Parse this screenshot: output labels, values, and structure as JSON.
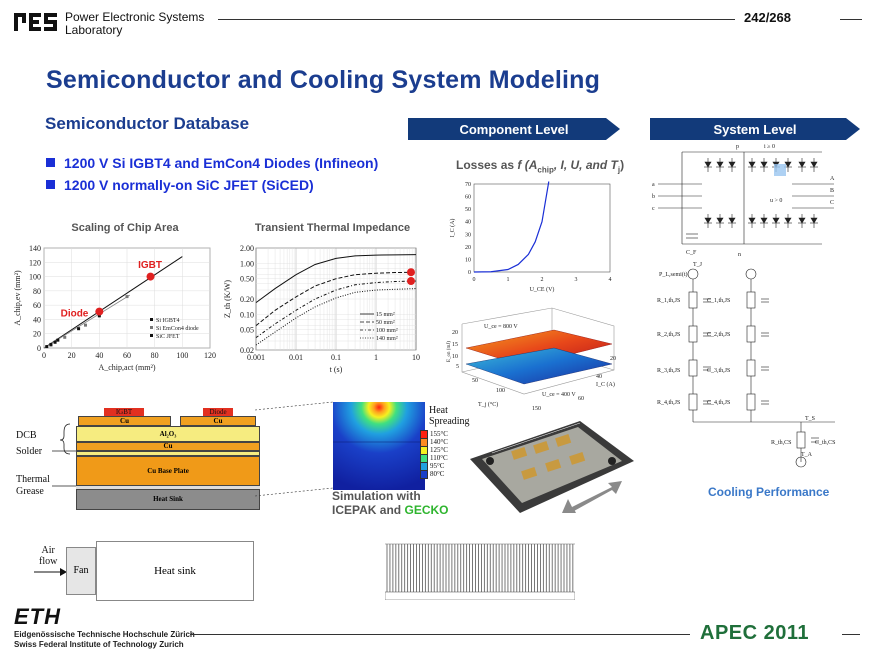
{
  "header": {
    "logo_text": "PES",
    "lab_line1": "Power Electronic Systems",
    "lab_line2": "Laboratory",
    "page_number": "242/268"
  },
  "title": "Semiconductor and Cooling System Modeling",
  "subtitle": "Semiconductor Database",
  "banners": {
    "component": "Component Level",
    "system": "System Level"
  },
  "bullets": [
    "1200 V Si IGBT4 and EmCon4 Diodes (Infineon)",
    "1200 V normally-on SiC JFET (SiCED)"
  ],
  "chip_area_chart": {
    "title": "Scaling of Chip Area",
    "ylabel": "A_chip,ev (mm²)",
    "xlabel": "A_chip,act (mm²)",
    "x_ticks": [
      "0",
      "20",
      "40",
      "60",
      "80",
      "100",
      "120"
    ],
    "y_ticks": [
      "0",
      "20",
      "40",
      "60",
      "80",
      "100",
      "120",
      "140"
    ],
    "legend": [
      "Si IGBT4",
      "Si EmCon4 diode",
      "SiC JFET"
    ],
    "label_igbt": "IGBT",
    "label_diode": "Diode"
  },
  "chart_data": [
    {
      "type": "scatter",
      "title": "Scaling of Chip Area",
      "xlim": [
        0,
        120
      ],
      "ylim": [
        0,
        140
      ],
      "series": [
        {
          "name": "Si IGBT4",
          "x": [
            10,
            25,
            40,
            77
          ],
          "y": [
            11,
            27,
            45,
            100
          ]
        },
        {
          "name": "Si EmCon4 diode",
          "x": [
            5,
            15,
            30,
            40,
            60
          ],
          "y": [
            4,
            15,
            32,
            51,
            72
          ]
        },
        {
          "name": "SiC JFET",
          "x": [
            2,
            5,
            8
          ],
          "y": [
            2,
            5,
            8
          ]
        }
      ]
    },
    {
      "type": "line",
      "title": "Transient Thermal Impedance",
      "xlabel": "t (s)",
      "ylabel": "Z_th (K/W)",
      "x_ticks": [
        "0.001",
        "0.01",
        "0.1",
        "1",
        "10"
      ],
      "y_ticks": [
        "0.02",
        "0.05",
        "0.10",
        "0.20",
        "0.50",
        "1.00",
        "2.00"
      ],
      "series": [
        {
          "name": "15 mm²",
          "x": [
            0.001,
            0.003,
            0.01,
            0.03,
            0.1,
            0.3,
            1,
            3,
            10
          ],
          "y": [
            0.17,
            0.32,
            0.6,
            0.95,
            1.25,
            1.4,
            1.45,
            1.47,
            1.48
          ]
        },
        {
          "name": "50 mm²",
          "x": [
            0.001,
            0.003,
            0.01,
            0.03,
            0.1,
            0.3,
            1,
            3,
            10
          ],
          "y": [
            0.06,
            0.12,
            0.22,
            0.36,
            0.5,
            0.6,
            0.64,
            0.66,
            0.67
          ]
        },
        {
          "name": "100 mm²",
          "x": [
            0.001,
            0.003,
            0.01,
            0.03,
            0.1,
            0.3,
            1,
            3,
            10
          ],
          "y": [
            0.035,
            0.065,
            0.12,
            0.2,
            0.3,
            0.38,
            0.42,
            0.44,
            0.45
          ]
        },
        {
          "name": "140 mm²",
          "x": [
            0.001,
            0.003,
            0.01,
            0.03,
            0.1,
            0.3,
            1,
            3,
            10
          ],
          "y": [
            0.025,
            0.045,
            0.085,
            0.14,
            0.21,
            0.27,
            0.3,
            0.31,
            0.32
          ]
        }
      ]
    },
    {
      "type": "line",
      "title": "Losses as f (A_chip, I, U, and T_j)",
      "xlabel": "U_CE (V)",
      "ylabel": "I_C (A)",
      "x_ticks": [
        "0",
        "1",
        "2",
        "3",
        "4"
      ],
      "y_ticks": [
        "0",
        "10",
        "20",
        "30",
        "40",
        "50",
        "60",
        "70"
      ],
      "series": [
        {
          "name": "I_C",
          "x": [
            0.0,
            0.5,
            1.0,
            1.3,
            1.6,
            1.8,
            2.0,
            2.2
          ],
          "y": [
            0,
            0.2,
            2,
            6,
            14,
            24,
            40,
            72
          ]
        }
      ]
    }
  ],
  "thermal_chart": {
    "title": "Transient Thermal Impedance",
    "legend": [
      "15 mm²",
      "50 mm²",
      "100 mm²",
      "140 mm²"
    ]
  },
  "losses": {
    "title_prefix": "Losses as",
    "title_formula": "f (A",
    "title_chip": "chip",
    "title_rest": ", I, U, and T",
    "title_j": "j",
    "title_end": ")",
    "plot3d_labels": {
      "u800": "U_ce = 800 V",
      "u400": "U_ce = 400 V",
      "tj": "T_j (°C)",
      "ic": "I_C (A)",
      "e": "E_on (mJ)"
    }
  },
  "stack": {
    "labels_left": [
      "DCB",
      "Solder",
      "Thermal",
      "Grease"
    ],
    "igbt": "IGBT",
    "diode": "Diode",
    "cu": "Cu",
    "al2o3": "Al₂O₃",
    "cu_base": "Cu Base Plate",
    "heat_sink": "Heat Sink"
  },
  "simulation": {
    "heat_label1": "Heat",
    "heat_label2": "Spreading",
    "temps": [
      "155°C",
      "140°C",
      "125°C",
      "110°C",
      "95°C",
      "80°C"
    ],
    "caption_line1": "Simulation with",
    "caption_line2_a": "ICEPAK",
    "caption_line2_b": "and",
    "caption_line2_c": "GECKO"
  },
  "airflow": {
    "air_label1": "Air",
    "air_label2": "flow",
    "fan": "Fan",
    "heat_sink": "Heat sink"
  },
  "system": {
    "cooling_caption": "Cooling Performance"
  },
  "footer": {
    "eth": "ETH",
    "eth_line1": "Eidgenössische Technische Hochschule Zürich",
    "eth_line2": "Swiss Federal Institute of Technology Zurich",
    "apec": "APEC",
    "apec_year": "2011"
  },
  "colors": {
    "title_blue": "#1b3d8f",
    "bullet_blue": "#1a2fd6",
    "banner": "#123a7a",
    "red_label": "#e02020",
    "apec_green": "#1f6f3a",
    "gecko_green": "#2fb52f"
  }
}
